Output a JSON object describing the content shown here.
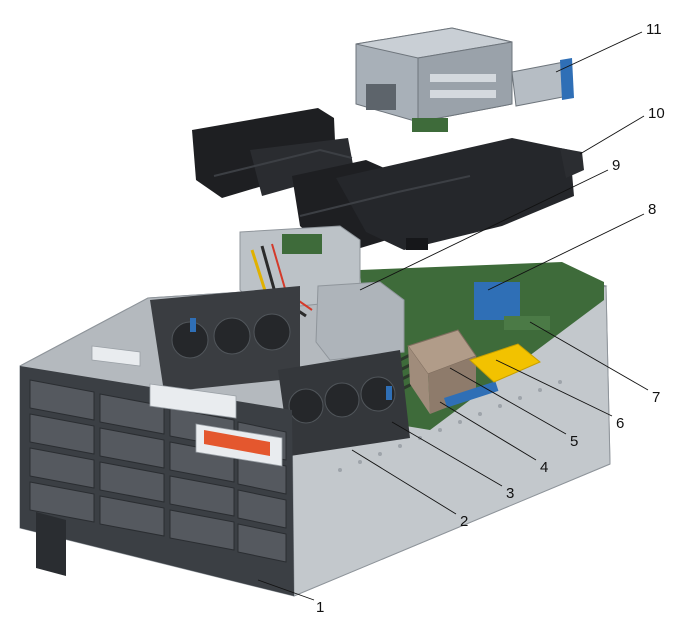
{
  "figure": {
    "callouts": [
      {
        "id": "c1",
        "label": "1"
      },
      {
        "id": "c2",
        "label": "2"
      },
      {
        "id": "c3",
        "label": "3"
      },
      {
        "id": "c4",
        "label": "4"
      },
      {
        "id": "c5",
        "label": "5"
      },
      {
        "id": "c6",
        "label": "6"
      },
      {
        "id": "c7",
        "label": "7"
      },
      {
        "id": "c8",
        "label": "8"
      },
      {
        "id": "c9",
        "label": "9"
      },
      {
        "id": "c10",
        "label": "10"
      },
      {
        "id": "c11",
        "label": "11"
      }
    ]
  },
  "colors": {
    "chassis": "#c9cdd1",
    "chassis_dark": "#8f959b",
    "bezel": "#3b3f44",
    "air_shroud": "#1e1f22",
    "riser": "#a8b0b8",
    "board_green": "#3e6b3a",
    "heatsink": "#9a8878",
    "dimm_yellow": "#f2c200",
    "riser_tab_blue": "#2f6fb6",
    "label_orange": "#e4572e"
  }
}
